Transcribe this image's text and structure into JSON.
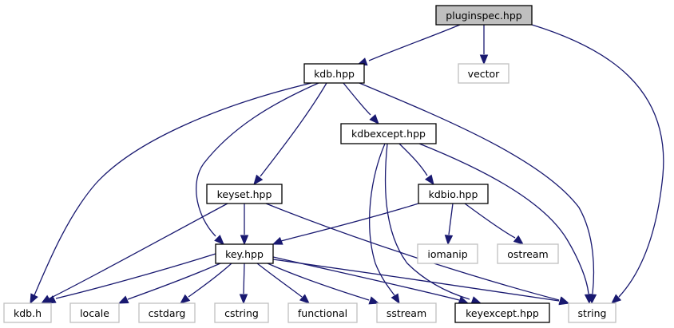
{
  "graph": {
    "type": "include-dependency-graph",
    "edge_color": "#191970",
    "root_fill": "#bfbfbf",
    "system_border": "#bfbfbf",
    "nodes": [
      {
        "id": "pluginspec",
        "label": "pluginspec.hpp",
        "kind": "root"
      },
      {
        "id": "kdb_hpp",
        "label": "kdb.hpp",
        "kind": "local"
      },
      {
        "id": "vector",
        "label": "vector",
        "kind": "system"
      },
      {
        "id": "kdbexcept",
        "label": "kdbexcept.hpp",
        "kind": "local"
      },
      {
        "id": "keyset",
        "label": "keyset.hpp",
        "kind": "local"
      },
      {
        "id": "kdbio",
        "label": "kdbio.hpp",
        "kind": "local"
      },
      {
        "id": "key",
        "label": "key.hpp",
        "kind": "local"
      },
      {
        "id": "iomanip",
        "label": "iomanip",
        "kind": "system"
      },
      {
        "id": "ostream",
        "label": "ostream",
        "kind": "system"
      },
      {
        "id": "kdb_h",
        "label": "kdb.h",
        "kind": "system"
      },
      {
        "id": "locale",
        "label": "locale",
        "kind": "system"
      },
      {
        "id": "cstdarg",
        "label": "cstdarg",
        "kind": "system"
      },
      {
        "id": "cstring",
        "label": "cstring",
        "kind": "system"
      },
      {
        "id": "functional",
        "label": "functional",
        "kind": "system"
      },
      {
        "id": "sstream",
        "label": "sstream",
        "kind": "system"
      },
      {
        "id": "keyexcept",
        "label": "keyexcept.hpp",
        "kind": "local"
      },
      {
        "id": "string",
        "label": "string",
        "kind": "system"
      }
    ],
    "edges": [
      {
        "from": "pluginspec",
        "to": "kdb_hpp"
      },
      {
        "from": "pluginspec",
        "to": "vector"
      },
      {
        "from": "pluginspec",
        "to": "string"
      },
      {
        "from": "kdb_hpp",
        "to": "kdbexcept"
      },
      {
        "from": "kdb_hpp",
        "to": "keyset"
      },
      {
        "from": "kdb_hpp",
        "to": "key"
      },
      {
        "from": "kdb_hpp",
        "to": "kdb_h"
      },
      {
        "from": "kdb_hpp",
        "to": "string"
      },
      {
        "from": "kdbexcept",
        "to": "kdbio"
      },
      {
        "from": "kdbexcept",
        "to": "sstream"
      },
      {
        "from": "kdbexcept",
        "to": "keyexcept"
      },
      {
        "from": "kdbexcept",
        "to": "string"
      },
      {
        "from": "keyset",
        "to": "key"
      },
      {
        "from": "keyset",
        "to": "kdb_h"
      },
      {
        "from": "keyset",
        "to": "string"
      },
      {
        "from": "kdbio",
        "to": "key"
      },
      {
        "from": "kdbio",
        "to": "iomanip"
      },
      {
        "from": "kdbio",
        "to": "ostream"
      },
      {
        "from": "key",
        "to": "kdb_h"
      },
      {
        "from": "key",
        "to": "locale"
      },
      {
        "from": "key",
        "to": "cstdarg"
      },
      {
        "from": "key",
        "to": "cstring"
      },
      {
        "from": "key",
        "to": "functional"
      },
      {
        "from": "key",
        "to": "sstream"
      },
      {
        "from": "key",
        "to": "keyexcept"
      },
      {
        "from": "key",
        "to": "string"
      }
    ]
  }
}
